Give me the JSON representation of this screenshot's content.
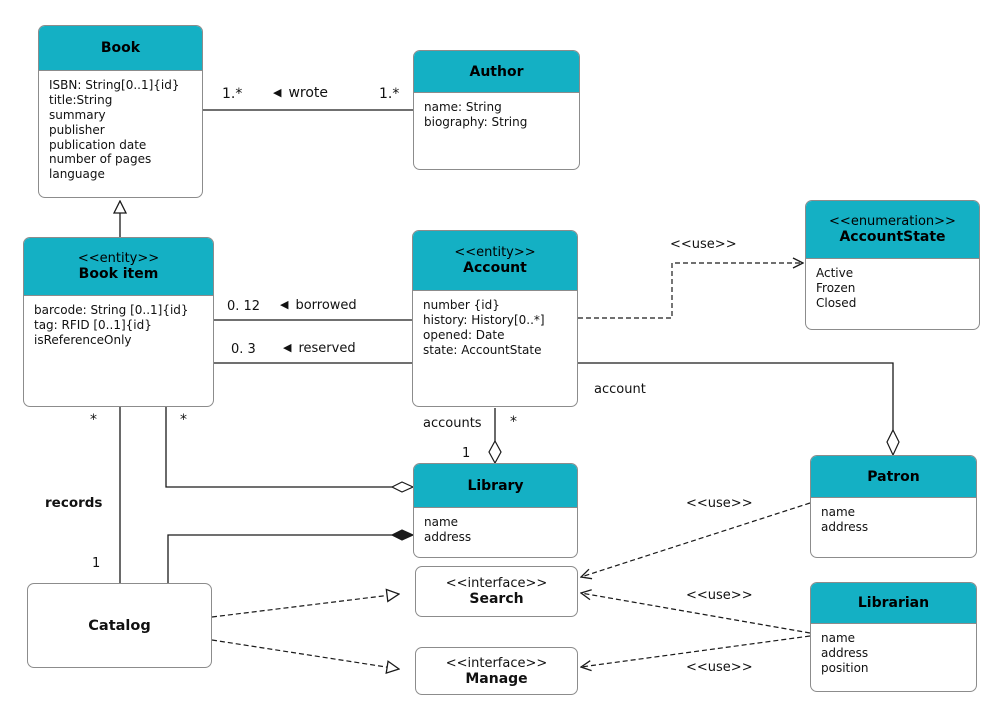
{
  "diagram": {
    "classes": {
      "book": {
        "title": "Book",
        "attributes": [
          "ISBN: String[0..1]{id}",
          "title:String",
          "summary",
          "publisher",
          "publication date",
          "number of pages",
          "language"
        ]
      },
      "author": {
        "title": "Author",
        "attributes": [
          "name: String",
          "biography: String"
        ]
      },
      "book_item": {
        "stereotype": "<<entity>>",
        "title": "Book item",
        "attributes": [
          "barcode: String [0..1]{id}",
          "tag: RFID [0..1]{id}",
          "isReferenceOnly"
        ]
      },
      "account": {
        "stereotype": "<<entity>>",
        "title": "Account",
        "attributes": [
          "number {id}",
          "history: History[0..*]",
          "opened: Date",
          "state: AccountState"
        ]
      },
      "account_state": {
        "stereotype": "<<enumeration>>",
        "title": "AccountState",
        "attributes": [
          "Active",
          "Frozen",
          "Closed"
        ]
      },
      "library": {
        "title": "Library",
        "attributes": [
          "name",
          "address"
        ]
      },
      "patron": {
        "title": "Patron",
        "attributes": [
          "name",
          "address"
        ]
      },
      "librarian": {
        "title": "Librarian",
        "attributes": [
          "name",
          "address",
          "position"
        ]
      },
      "search": {
        "stereotype": "<<interface>>",
        "title": "Search"
      },
      "manage": {
        "stereotype": "<<interface>>",
        "title": "Manage"
      },
      "catalog": {
        "title": "Catalog"
      }
    },
    "labels": {
      "wrote": "wrote",
      "wrote_mult_book": "1.*",
      "wrote_mult_author": "1.*",
      "borrowed": "borrowed",
      "borrowed_mult": "0. 12",
      "reserved": "reserved",
      "reserved_mult": "0. 3",
      "use": "<<use>>",
      "accounts": "accounts",
      "accounts_mult_star": "*",
      "accounts_mult_one": "1",
      "account": "account",
      "records": "records",
      "records_mult_star": "*",
      "records_mult_one": "1",
      "bookitem_library_mult_star": "*"
    },
    "icons": {
      "reading_direction": "◀"
    },
    "colors": {
      "class_header": "#14b0c4",
      "box_border": "#8c8c8c",
      "edge_line": "#1a1a1a",
      "text": "#000000"
    }
  }
}
